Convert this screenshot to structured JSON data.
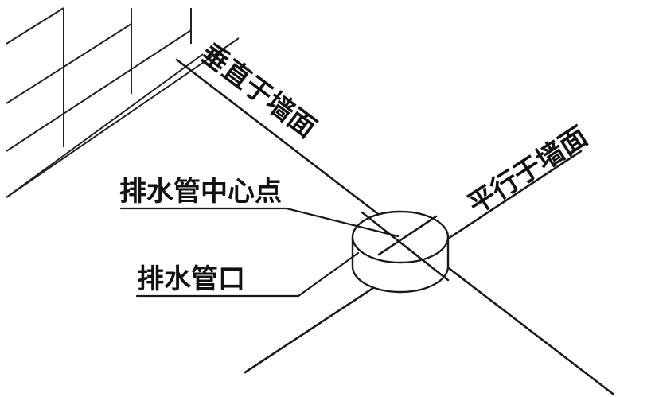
{
  "labels": {
    "perpendicular_to_wall": "垂直于墙面",
    "parallel_to_wall": "平行于墙面",
    "drain_center_point": "排水管中心点",
    "drain_outlet": "排水管口"
  }
}
